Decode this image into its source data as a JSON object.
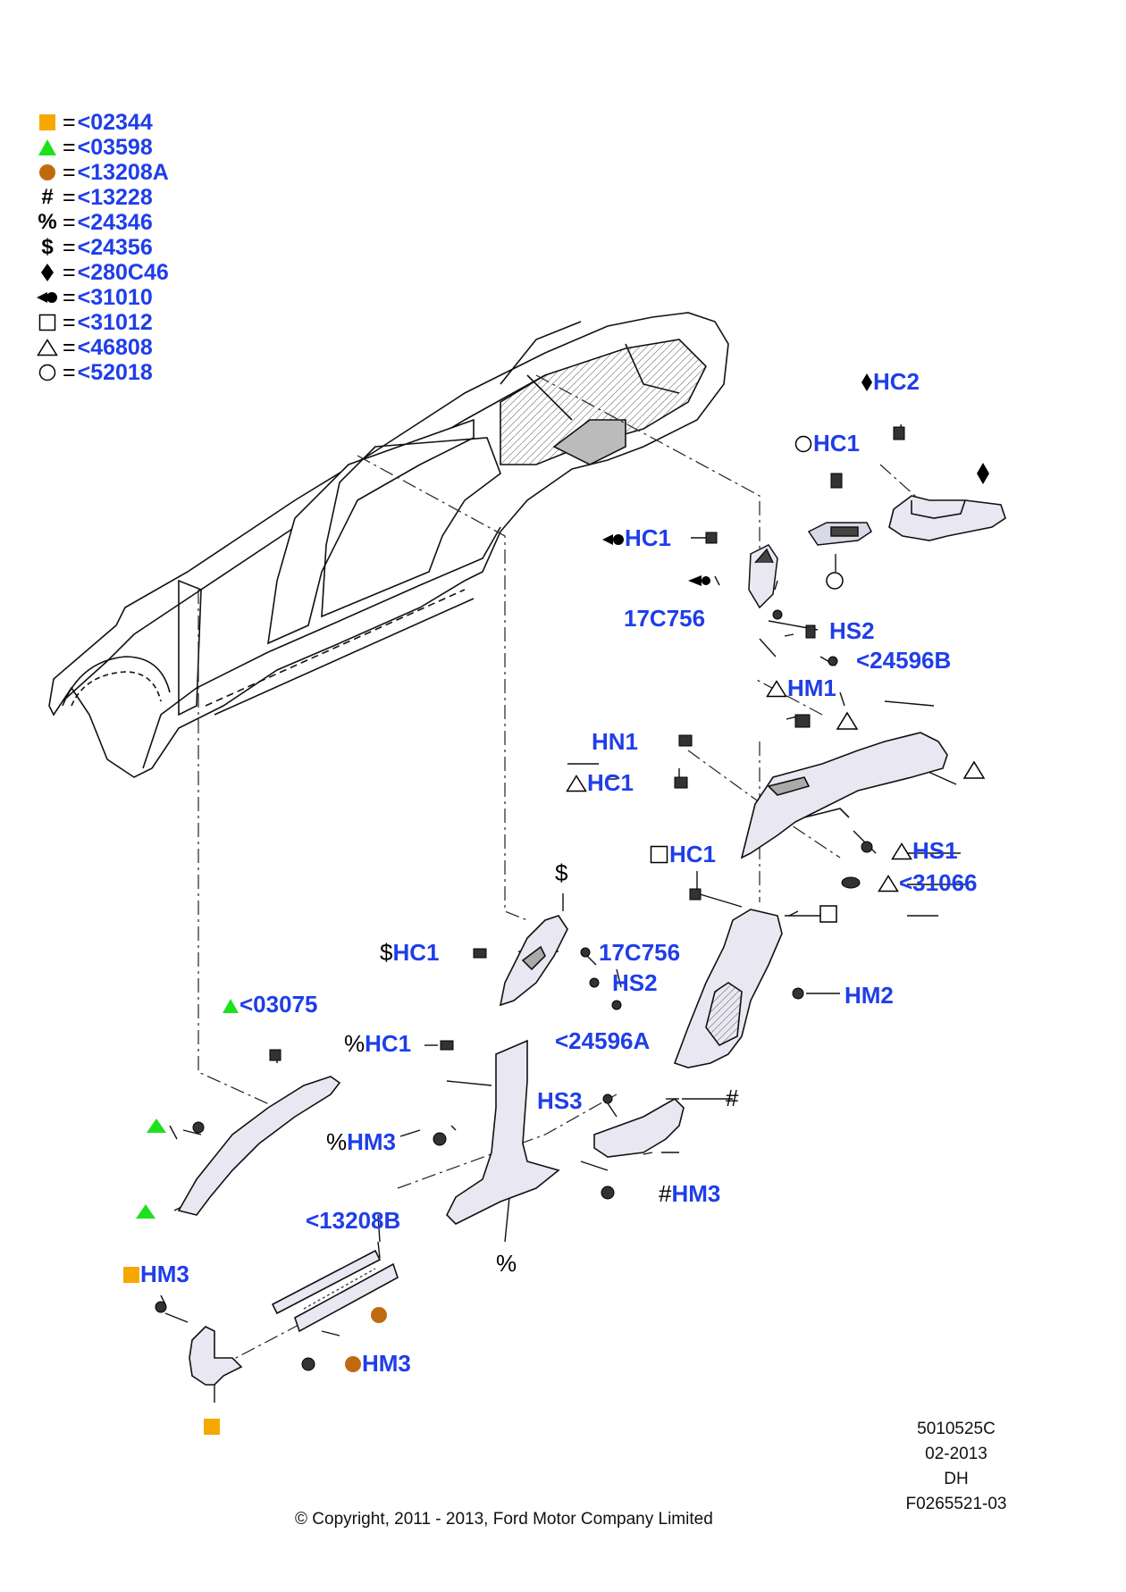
{
  "legend": [
    {
      "symbol": "filled-orange-square",
      "color": "#f7a800",
      "code": "<02344"
    },
    {
      "symbol": "filled-green-triangle",
      "color": "#1ee11e",
      "code": "<03598"
    },
    {
      "symbol": "filled-brown-circle",
      "color": "#c06a10",
      "code": "<13208A"
    },
    {
      "symbol": "#",
      "code": "<13228"
    },
    {
      "symbol": "%",
      "code": "<24346"
    },
    {
      "symbol": "$",
      "code": "<24356"
    },
    {
      "symbol": "black-diamond",
      "code": "<280C46"
    },
    {
      "symbol": "bowtie",
      "code": "<31010"
    },
    {
      "symbol": "open-square",
      "code": "<31012"
    },
    {
      "symbol": "open-triangle",
      "code": "<46808"
    },
    {
      "symbol": "open-circle",
      "code": "<52018"
    }
  ],
  "equals": "=",
  "callouts": {
    "hc2": "HC2",
    "hc1_circle": "HC1",
    "hc1_bowtie": "HC1",
    "c17c756_top": "17C756",
    "hs2_top": "HS2",
    "c24596b": "<24596B",
    "hm1": "HM1",
    "hn1": "HN1",
    "hc1_triangle": "HC1",
    "hc1_square": "HC1",
    "hs1": "HS1",
    "c31066": "<31066",
    "hc1_dollar": "HC1",
    "c17c756_mid": "17C756",
    "hs2_mid": "HS2",
    "c24596a": "<24596A",
    "hm2": "HM2",
    "c03075": "<03075",
    "hc1_percent": "HC1",
    "hs3": "HS3",
    "hm3_percent": "HM3",
    "hm3_hash": "HM3",
    "c13208b": "<13208B",
    "hm3_square": "HM3",
    "hm3_circle": "HM3"
  },
  "marks": {
    "dollar": "$",
    "percent": "%",
    "hash": "#"
  },
  "meta": {
    "part_ref": "5010525C",
    "date": "02-2013",
    "series": "DH",
    "figure_id": "F0265521-03"
  },
  "copyright": "© Copyright, 2011 - 2013, Ford Motor Company Limited",
  "colors": {
    "label_blue": "#1f3ee8",
    "line": "#000000",
    "panel_fill": "#e9e8f2"
  }
}
